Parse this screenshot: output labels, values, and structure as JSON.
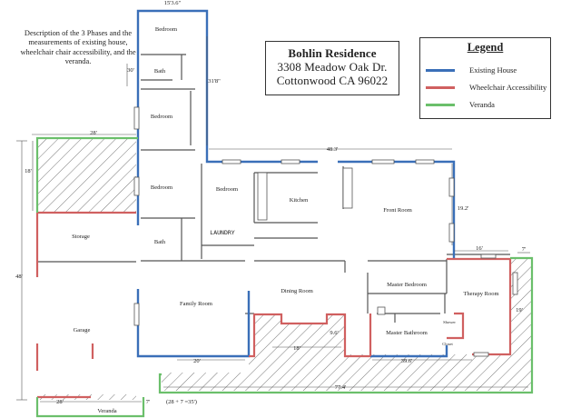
{
  "title": {
    "line1": "Bohlin Residence",
    "line2": "3308 Meadow Oak Dr.",
    "line3": "Cottonwood  CA  96022"
  },
  "description": "Description of the 3 Phases and the measurements of existing house, wheelchair chair accessibility, and the veranda.",
  "legend": {
    "title": "Legend",
    "items": [
      {
        "label": "Existing House",
        "color": "#3a6fb8"
      },
      {
        "label": "Wheelchair Accessibility",
        "color": "#d06060"
      },
      {
        "label": "Veranda",
        "color": "#6bbf6b"
      }
    ]
  },
  "colors": {
    "existing": "#3a6fb8",
    "wheelchair": "#d06060",
    "veranda": "#6bbf6b",
    "walls": "#555555"
  },
  "rooms": {
    "bedroom_top": "Bedroom",
    "bath_top": "Bath",
    "bedroom_2": "Bedroom",
    "bedroom_3": "Bedroom",
    "bedroom_4": "Bedroom",
    "kitchen": "Kitchen",
    "front_room": "Front Room",
    "storage": "Storage",
    "bath_2": "Bath",
    "laundry": "LAUNDRY",
    "family_room": "Family Room",
    "dining_room": "Dining Room",
    "master_bedroom": "Master Bedroom",
    "therapy_room": "Therapy Room",
    "master_bathroom": "Master Bathroom",
    "shower": "Shower",
    "closet": "Closet",
    "garage": "Garage",
    "veranda": "Veranda"
  },
  "dimensions": {
    "top_width": "15'3.6\"",
    "thirty": "30'",
    "thirty_one": "31'8\"",
    "twenty_eight_top": "28'",
    "eighteen_left": "18'",
    "forty_eight_three": "48.3'",
    "nineteen_two": "19.2'",
    "sixteen": "16'",
    "seven_right": "7'",
    "forty_eight_left": "48'",
    "nineteen_right": "19'",
    "nine_six": "9.6'",
    "eighteen_mid": "18'",
    "twenty": "20'",
    "thirty_nine_six": "39.6'",
    "seventy_seven_four": "77.4'",
    "twenty_eight_bottom": "28'",
    "seven_bottom": "7'",
    "sum_note": "(28 + 7 =35')"
  }
}
